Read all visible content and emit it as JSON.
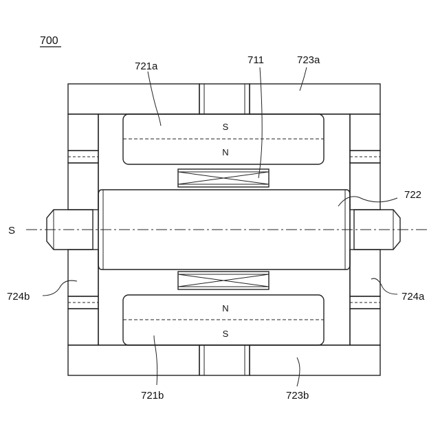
{
  "figure_number": "700",
  "labels": {
    "l711": "711",
    "l721a": "721a",
    "l721b": "721b",
    "l722": "722",
    "l723a": "723a",
    "l723b": "723b",
    "l724a": "724a",
    "l724b": "724b",
    "axis_s": "S"
  },
  "magnets": {
    "top_upper": "S",
    "top_lower": "N",
    "bottom_upper": "N",
    "bottom_lower": "S"
  }
}
